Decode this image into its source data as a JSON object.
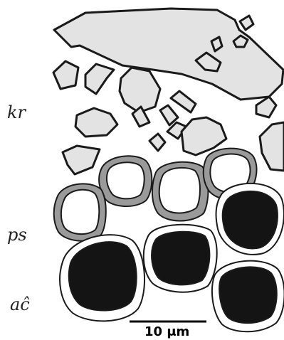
{
  "figure": {
    "labels": {
      "kr": "kr",
      "ps": "ps",
      "ac": "aĉ"
    },
    "scale_bar": {
      "text": "10 μm"
    },
    "colors": {
      "fragment_fill": "#e3e3e3",
      "outline": "#1a1a1a",
      "ps_wall": "#9a9a9a",
      "cell_core": "#141414",
      "background": "#ffffff"
    }
  }
}
